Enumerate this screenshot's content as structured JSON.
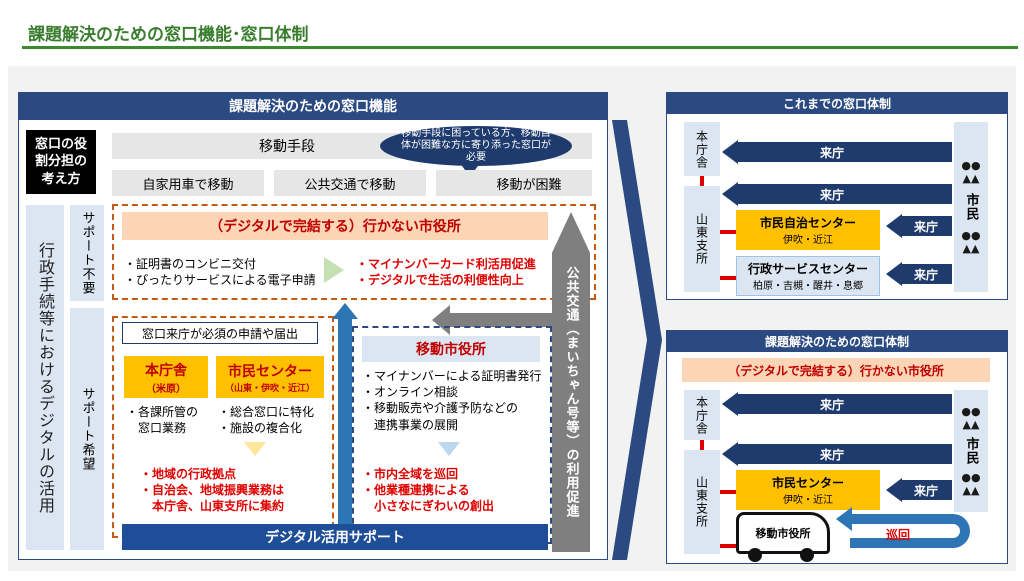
{
  "title": "課題解決のための窓口機能･窓口体制",
  "colors": {
    "title_green": "#3a7d2f",
    "navy": "#2b4a82",
    "dark_navy": "#1f3b6e",
    "red": "#e00000",
    "orange": "#c55a11"
  },
  "left": {
    "header": "課題解決のための窓口機能",
    "role_label": "窓口の役割分担の考え方",
    "transport_label": "移動手段",
    "bubble": "移動手段に困っている方、移動自体が困難な方に寄り添った窓口が必要",
    "cols": [
      "自家用車で移動",
      "公共交通で移動",
      "移動が困難"
    ],
    "side_big": "行政手続等におけるデジタルの活用",
    "side_no": "サポート不要",
    "side_yes": "サポート希望",
    "digital_title": "（デジタルで完結する）行かない市役所",
    "digital_items": [
      "・証明書のコンビニ交付",
      "・ぴったりサービスによる電子申請"
    ],
    "digital_red": [
      "・マイナンバーカード利活用促進",
      "・デジタルで生活の利便性向上"
    ],
    "required": "窓口来庁が必須の申請や届出",
    "honcho": "本庁舎",
    "honcho_sub": "（米原）",
    "honcho_items": [
      "・各課所管の",
      "　窓口業務"
    ],
    "shimin": "市民センター",
    "shimin_sub": "（山東・伊吹・近江）",
    "shimin_items": [
      "・総合窓口に特化",
      "・施設の複合化"
    ],
    "bottom_red": [
      "・地域の行政拠点",
      "・自治会、地域振興業務は",
      "　本庁舎、山東支所に集約"
    ],
    "mobile_title": "移動市役所",
    "mobile_items": [
      "・マイナンバーによる証明書発行",
      "・オンライン相談",
      "・移動販売や介護予防などの",
      "　連携事業の展開"
    ],
    "mobile_red": [
      "・市内全域を巡回",
      "・他業種連携による",
      "　小さなにぎわいの創出"
    ],
    "transit": "公共交通（まいちゃん号等）の利用促進",
    "digital_support": "デジタル活用サポート"
  },
  "prev": {
    "header": "これまでの窓口体制",
    "honcho": "本庁舎",
    "santo": "山東支所",
    "citizens": "市民",
    "raicho": "来庁",
    "jichi": "市民自治センター",
    "jichi_sub": "伊吹・近江",
    "gyosei": "行政サービスセンター",
    "gyosei_sub": "柏原・吉槻・醒井・息郷"
  },
  "next": {
    "header": "課題解決のための窓口体制",
    "digital_title": "（デジタルで完結する）行かない市役所",
    "honcho": "本庁舎",
    "santo": "山東支所",
    "citizens": "市民",
    "raicho": "来庁",
    "shimin": "市民センター",
    "shimin_sub": "伊吹・近江",
    "mobile": "移動市役所",
    "junkai": "巡回"
  }
}
